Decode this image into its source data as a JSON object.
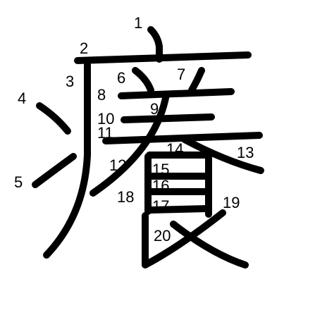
{
  "diagram": {
    "character": "癢",
    "stroke_count": 20,
    "stroke_numbers": [
      "1",
      "2",
      "3",
      "4",
      "5",
      "6",
      "7",
      "8",
      "9",
      "10",
      "11",
      "12",
      "13",
      "14",
      "15",
      "16",
      "17",
      "18",
      "19",
      "20"
    ],
    "colors": {
      "background": "#ffffff",
      "ink": "#000000"
    }
  }
}
